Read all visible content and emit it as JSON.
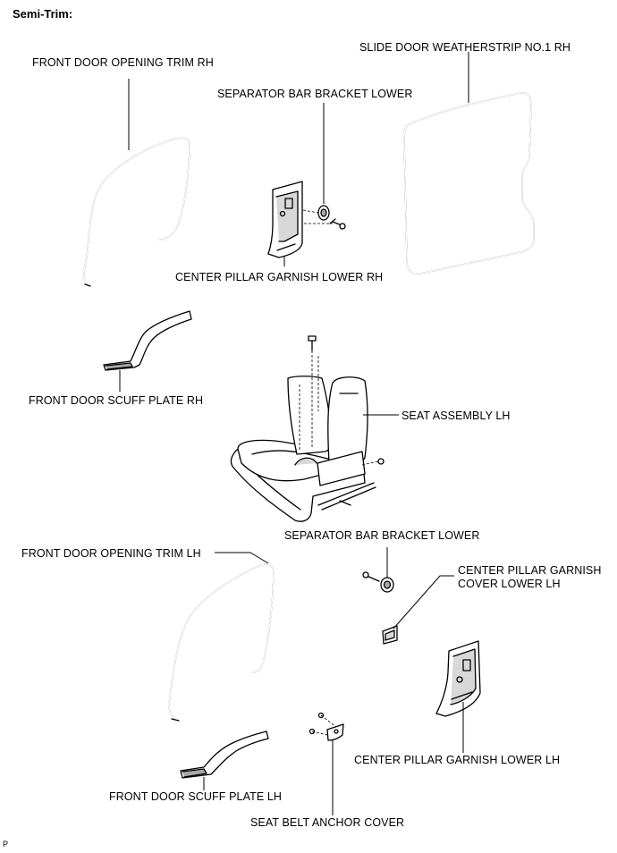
{
  "title": "Semi-Trim:",
  "labels": {
    "front_door_opening_trim_rh": "FRONT DOOR OPENING TRIM RH",
    "slide_door_weatherstrip_no1_rh": "SLIDE DOOR WEATHERSTRIP NO.1 RH",
    "separator_bar_bracket_lower_top": "SEPARATOR BAR BRACKET LOWER",
    "center_pillar_garnish_lower_rh": "CENTER PILLAR GARNISH LOWER RH",
    "front_door_scuff_plate_rh": "FRONT DOOR SCUFF PLATE RH",
    "seat_assembly_lh": "SEAT ASSEMBLY LH",
    "separator_bar_bracket_lower_bottom": "SEPARATOR BAR BRACKET LOWER",
    "front_door_opening_trim_lh": "FRONT DOOR OPENING TRIM LH",
    "center_pillar_garnish_cover_lower_lh_line1": "CENTER PILLAR GARNISH",
    "center_pillar_garnish_cover_lower_lh_line2": "COVER LOWER LH",
    "center_pillar_garnish_lower_lh": "CENTER PILLAR GARNISH LOWER LH",
    "front_door_scuff_plate_lh": "FRONT DOOR SCUFF PLATE LH",
    "seat_belt_anchor_cover": "SEAT BELT ANCHOR COVER"
  },
  "figure_code": "P"
}
